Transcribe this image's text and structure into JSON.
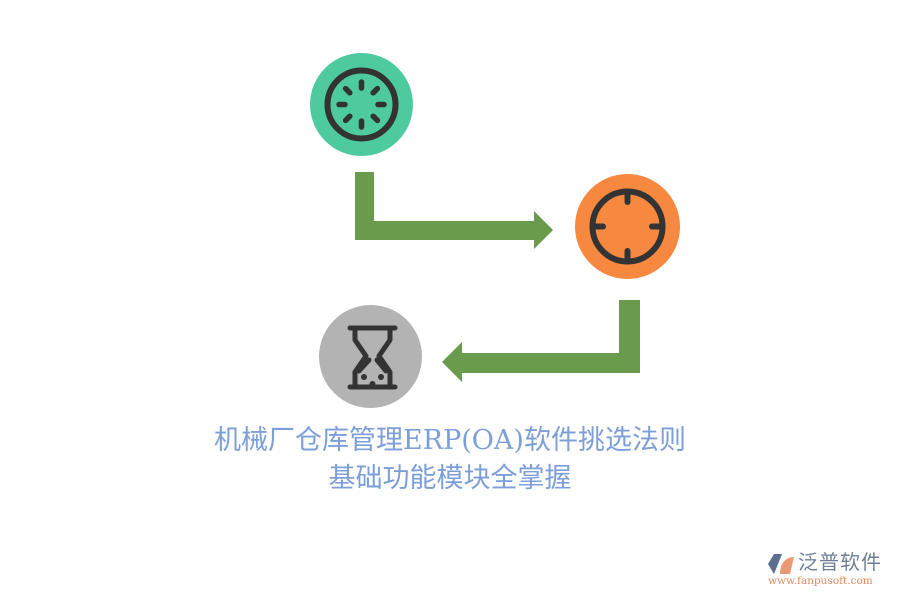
{
  "colors": {
    "background": "#ffffff",
    "step1_circle": "#4ecb9e",
    "step2_circle": "#f78840",
    "step3_circle": "#b3b3b3",
    "icon_stroke": "#333333",
    "arrow": "#6a9a4b",
    "title_text": "#7d9fd9"
  },
  "steps": [
    {
      "icon": "loading-spinner-icon",
      "color": "#4ecb9e"
    },
    {
      "icon": "crosshair-target-icon",
      "color": "#f78840"
    },
    {
      "icon": "hourglass-icon",
      "color": "#b3b3b3"
    }
  ],
  "arrows": [
    {
      "from": "step-1",
      "to": "step-2",
      "direction": "down-then-right"
    },
    {
      "from": "step-2",
      "to": "step-3",
      "direction": "down-then-left"
    }
  ],
  "title": {
    "line1": "机械厂仓库管理ERP(OA)软件挑选法则",
    "line2": "基础功能模块全掌握"
  },
  "watermark": {
    "brand_name": "泛普软件",
    "url": "www.fanpusoft.com"
  }
}
